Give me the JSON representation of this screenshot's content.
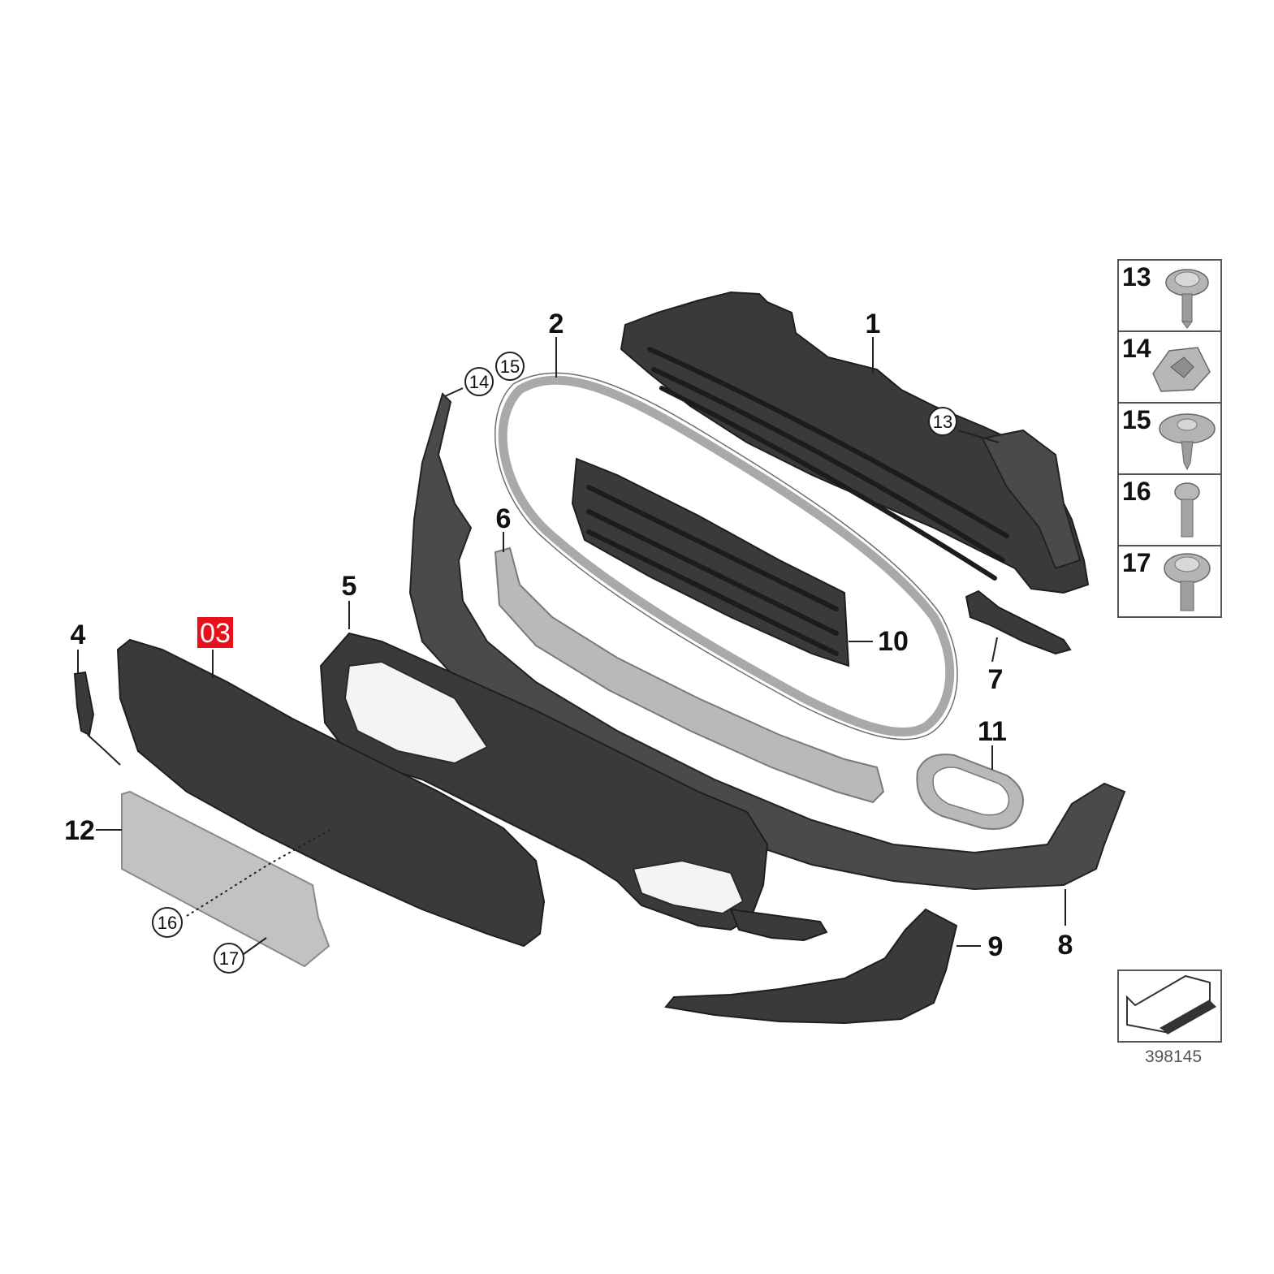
{
  "callouts": {
    "p1": "1",
    "p2": "2",
    "p03": "03",
    "p4": "4",
    "p5": "5",
    "p6": "6",
    "p7": "7",
    "p8": "8",
    "p9": "9",
    "p10": "10",
    "p11": "11",
    "p12": "12",
    "c13": "13",
    "c14": "14",
    "c15": "15",
    "c16": "16",
    "c17": "17"
  },
  "side_panel": [
    "13",
    "14",
    "15",
    "16",
    "17"
  ],
  "reference_number": "398145",
  "colors": {
    "highlight": "#e8101a",
    "part_dark": "#3a3a3a",
    "part_light": "#b9b9b9"
  }
}
